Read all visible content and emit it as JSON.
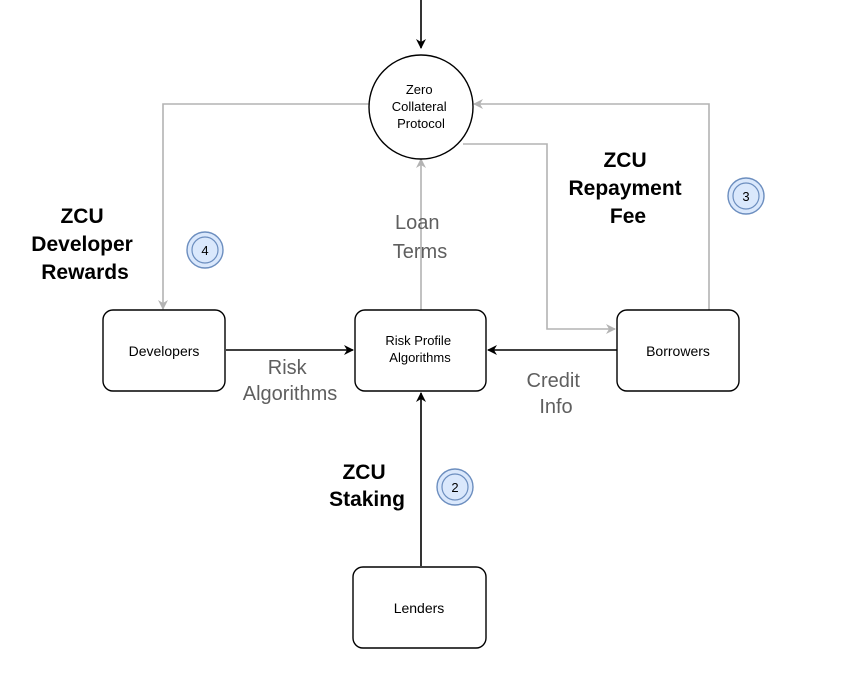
{
  "nodes": {
    "zero_protocol": [
      "Zero",
      "Collateral",
      "Protocol"
    ],
    "developers": "Developers",
    "risk_profile": [
      "Risk Profile",
      "Algorithms"
    ],
    "borrowers": "Borrowers",
    "lenders": "Lenders"
  },
  "edge_labels": {
    "loan_terms": [
      "Loan",
      "Terms"
    ],
    "risk_algorithms": [
      "Risk",
      "Algorithms"
    ],
    "credit_info": [
      "Credit",
      "Info"
    ]
  },
  "flow_labels": {
    "staking": [
      "ZCU",
      "Staking"
    ],
    "repayment_fee": [
      "ZCU",
      "Repayment",
      "Fee"
    ],
    "developer_rewards": [
      "ZCU",
      "Developer",
      "Rewards"
    ]
  },
  "step_badges": {
    "staking": "2",
    "repayment_fee": "3",
    "developer_rewards": "4"
  },
  "colors": {
    "primary_line": "#000000",
    "secondary_line": "#b3b3b3",
    "badge_fill": "#dae8fc",
    "badge_stroke": "#6c8ebf",
    "edge_label_text": "#5f5f5f"
  }
}
